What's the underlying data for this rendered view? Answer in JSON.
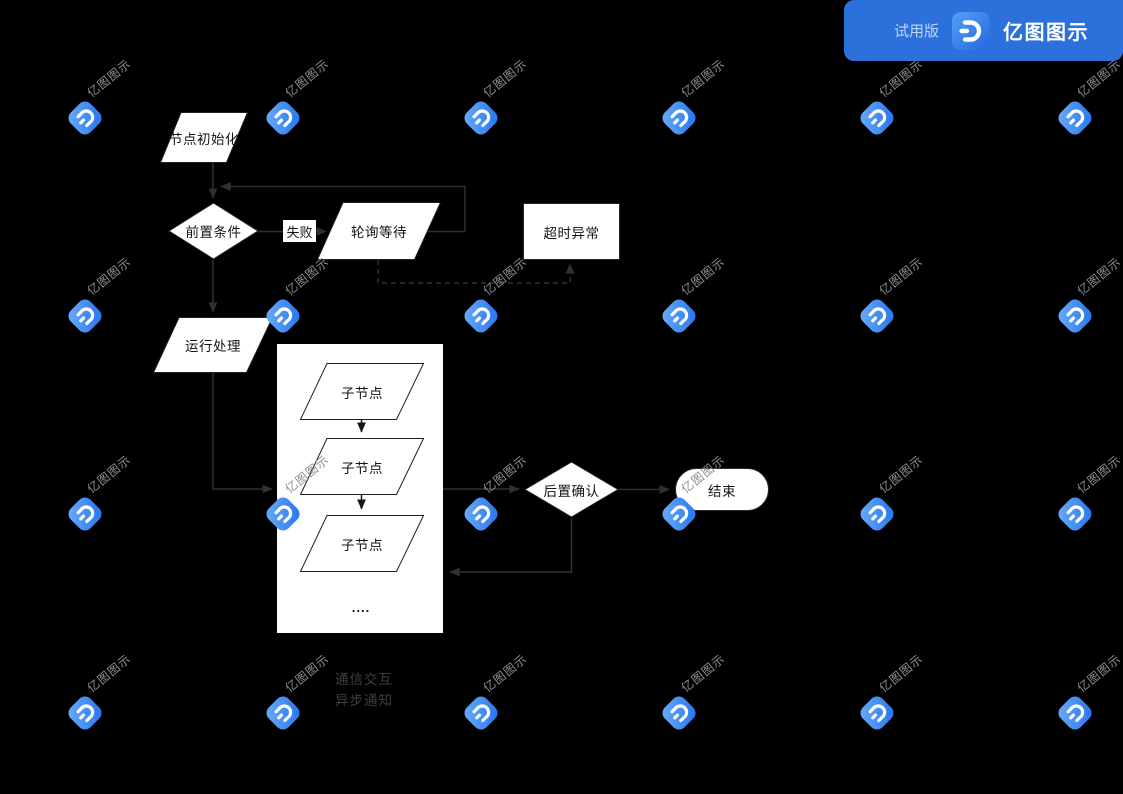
{
  "badge": {
    "trial": "试用版",
    "brand": "亿图图示",
    "bg_color": "#2B70DB"
  },
  "watermark": {
    "text": "亿图图示"
  },
  "nodes": {
    "init": "节点初始化",
    "precondition": "前置条件",
    "fail": "失败",
    "poll": "轮询等待",
    "timeout": "超时异常",
    "run": "运行处理",
    "child1": "子节点",
    "child2": "子节点",
    "child3": "子节点",
    "ellipsis": "....",
    "post": "后置确认",
    "end": "结束"
  },
  "legend": {
    "line1": "通信交互",
    "line2": "异步通知"
  }
}
